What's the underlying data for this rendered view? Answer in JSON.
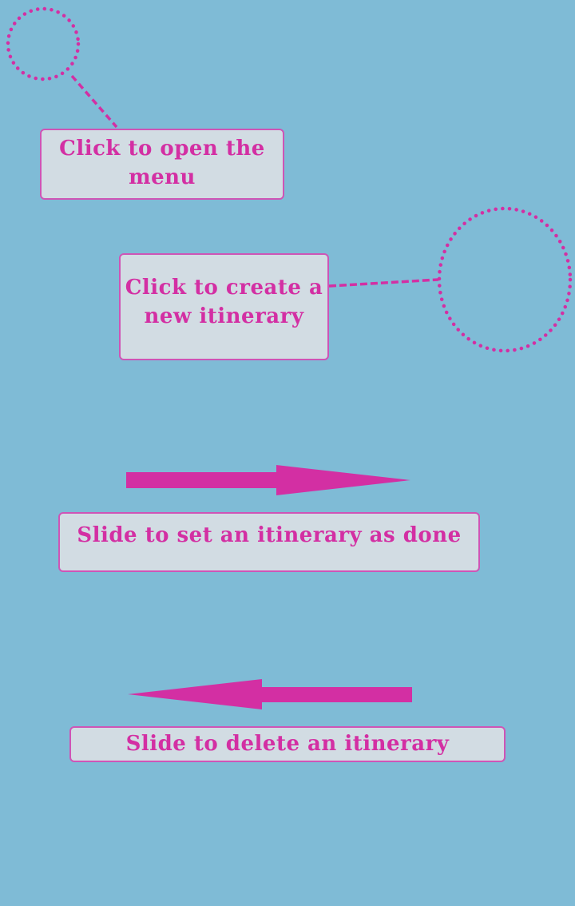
{
  "colors": {
    "background": "#7fbbd6",
    "accent": "#d32fa3",
    "tip_fill": "#d2dce3",
    "tip_border": "#cf54b6"
  },
  "tips": {
    "menu": {
      "line1": "Click to open the",
      "line2": "menu"
    },
    "new_itinerary": {
      "line1": "Click to create a",
      "line2": "new itinerary"
    },
    "done": {
      "text": "Slide to set an itinerary as done"
    },
    "delete": {
      "text": "Slide to delete an itinerary"
    }
  },
  "gestures": {
    "swipe_right": "right-arrow-icon",
    "swipe_left": "left-arrow-icon"
  }
}
